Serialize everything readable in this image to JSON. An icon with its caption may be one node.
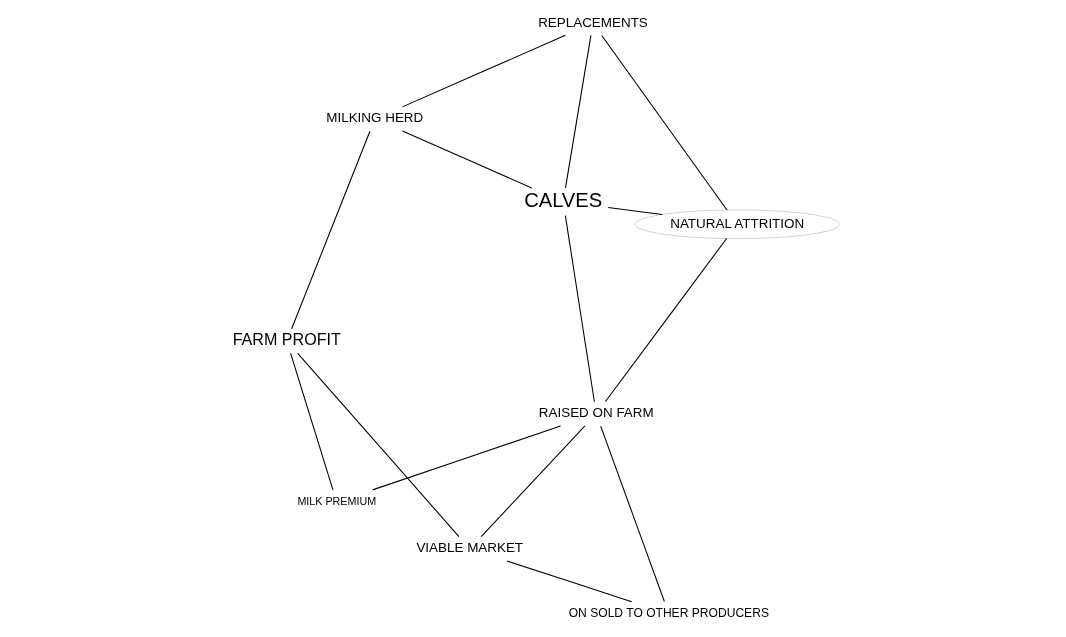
{
  "diagram": {
    "nodes": [
      {
        "text": [
          "MILKING HERD"
        ]
      },
      {
        "text": [
          "REPLACEMENTS"
        ]
      },
      {
        "text": [
          "FARM PROFIT"
        ]
      },
      {
        "text": [
          "CALVES"
        ]
      },
      {
        "text": [
          "NATURAL ATTRITION"
        ]
      },
      {
        "text": [
          "MILK PREMIUM"
        ]
      },
      {
        "text": [
          "RAISED ON FARM"
        ]
      },
      {
        "text": [
          "VIABLE MARKET"
        ]
      },
      {
        "text": [
          "ON SOLD TO OTHER PRODUCERS"
        ]
      }
    ],
    "edges": [
      {
        "from": 0,
        "to": 1,
        "arrow": "none"
      },
      {
        "from": 0,
        "to": 2,
        "arrow": "none"
      },
      {
        "from": 0,
        "to": 3,
        "arrow": "none"
      },
      {
        "from": 1,
        "to": 3,
        "arrow": "none"
      },
      {
        "from": 1,
        "to": 4,
        "arrow": "none"
      },
      {
        "from": 3,
        "to": 4,
        "arrow": "none"
      },
      {
        "from": 3,
        "to": 6,
        "arrow": "none"
      },
      {
        "from": 4,
        "to": 6,
        "arrow": "none"
      },
      {
        "from": 2,
        "to": 5,
        "arrow": "none"
      },
      {
        "from": 5,
        "to": 6,
        "arrow": "none"
      },
      {
        "from": 2,
        "to": 7,
        "arrow": "none"
      },
      {
        "from": 7,
        "to": 6,
        "arrow": "none"
      },
      {
        "from": 6,
        "to": 8,
        "arrow": "none"
      },
      {
        "from": 7,
        "to": 8,
        "arrow": "none"
      }
    ]
  }
}
